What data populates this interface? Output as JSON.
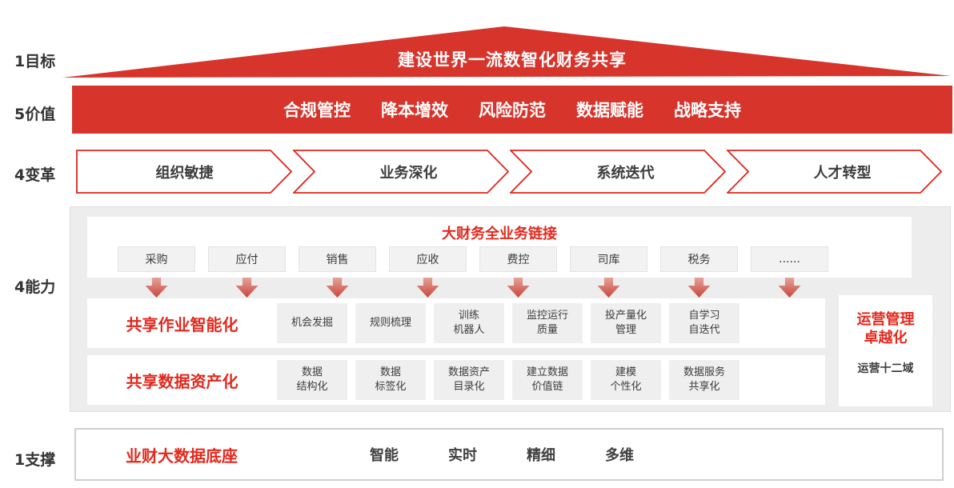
{
  "colors": {
    "primary_red": "#d7342c",
    "accent_red_text": "#e3291e",
    "chevron_border_red": "#e0241b",
    "panel_gray": "#ededed",
    "box_gray": "#f0f0f0",
    "dark_text": "#3c3c3c",
    "arrow_gradient_top": "#e7a29a",
    "arrow_gradient_bottom": "#c7463b"
  },
  "rows": {
    "goal": {
      "label": "1目标",
      "title": "建设世界一流数智化财务共享"
    },
    "value": {
      "label": "5价值",
      "items": [
        "合规管控",
        "降本增效",
        "风险防范",
        "数据赋能",
        "战略支持"
      ]
    },
    "change": {
      "label": "4变革",
      "items": [
        "组织敏捷",
        "业务深化",
        "系统迭代",
        "人才转型"
      ]
    },
    "capability": {
      "label": "4能力",
      "link_title": "大财务全业务链接",
      "domains": [
        "采购",
        "应付",
        "销售",
        "应收",
        "费控",
        "司库",
        "税务",
        "......"
      ],
      "smart_ops": {
        "title": "共享作业智能化",
        "items": [
          "机会发掘",
          "规则梳理",
          "训练\n机器人",
          "监控运行\n质量",
          "投产量化\n管理",
          "自学习\n自迭代"
        ]
      },
      "data_asset": {
        "title": "共享数据资产化",
        "items": [
          "数据\n结构化",
          "数据\n标签化",
          "数据资产\n目录化",
          "建立数据\n价值链",
          "建模\n个性化",
          "数据服务\n共享化"
        ]
      },
      "side": {
        "title": "运营管理\n卓越化",
        "subtitle": "运营十二域"
      }
    },
    "support": {
      "label": "1支撑",
      "title": "业财大数据底座",
      "items": [
        "智能",
        "实时",
        "精细",
        "多维"
      ]
    }
  }
}
